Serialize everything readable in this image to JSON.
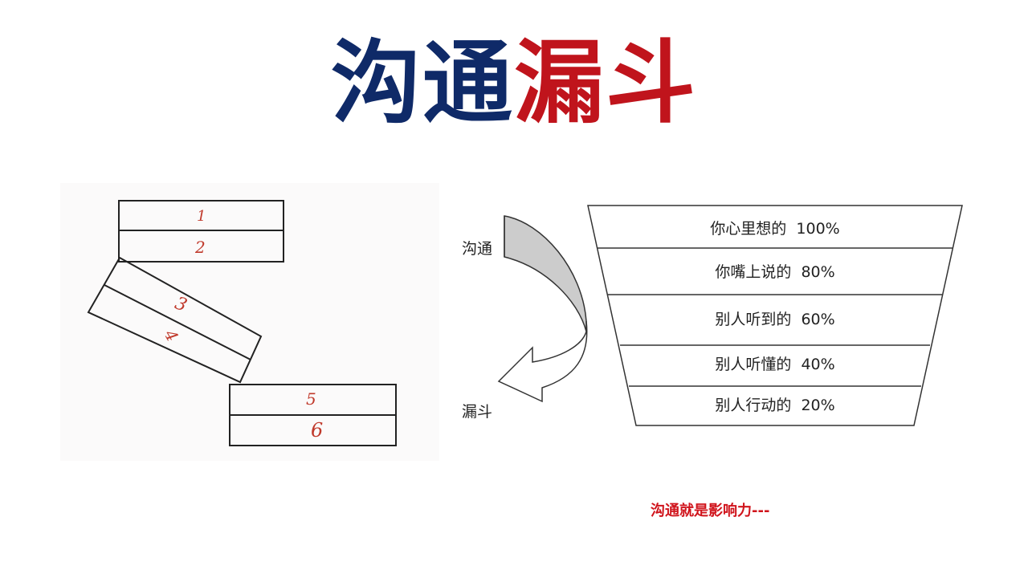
{
  "title": {
    "part1": "沟通",
    "part2": "漏斗"
  },
  "sketch": {
    "labels": [
      "1",
      "2",
      "3",
      "4",
      "5",
      "6"
    ]
  },
  "arrow": {
    "top_label": "沟通",
    "bottom_label": "漏斗"
  },
  "funnel": {
    "rows": [
      {
        "text": "你心里想的",
        "percent": "100%"
      },
      {
        "text": "你嘴上说的",
        "percent": "80%"
      },
      {
        "text": "别人听到的",
        "percent": "60%"
      },
      {
        "text": "别人听懂的",
        "percent": "40%"
      },
      {
        "text": "别人行动的",
        "percent": "20%"
      }
    ]
  },
  "caption": "沟通就是影响力---",
  "colors": {
    "title_blue": "#0f2a68",
    "title_red": "#c0141c",
    "arrow_fill": "#cccccc",
    "handwriting_red": "#c0392b"
  }
}
